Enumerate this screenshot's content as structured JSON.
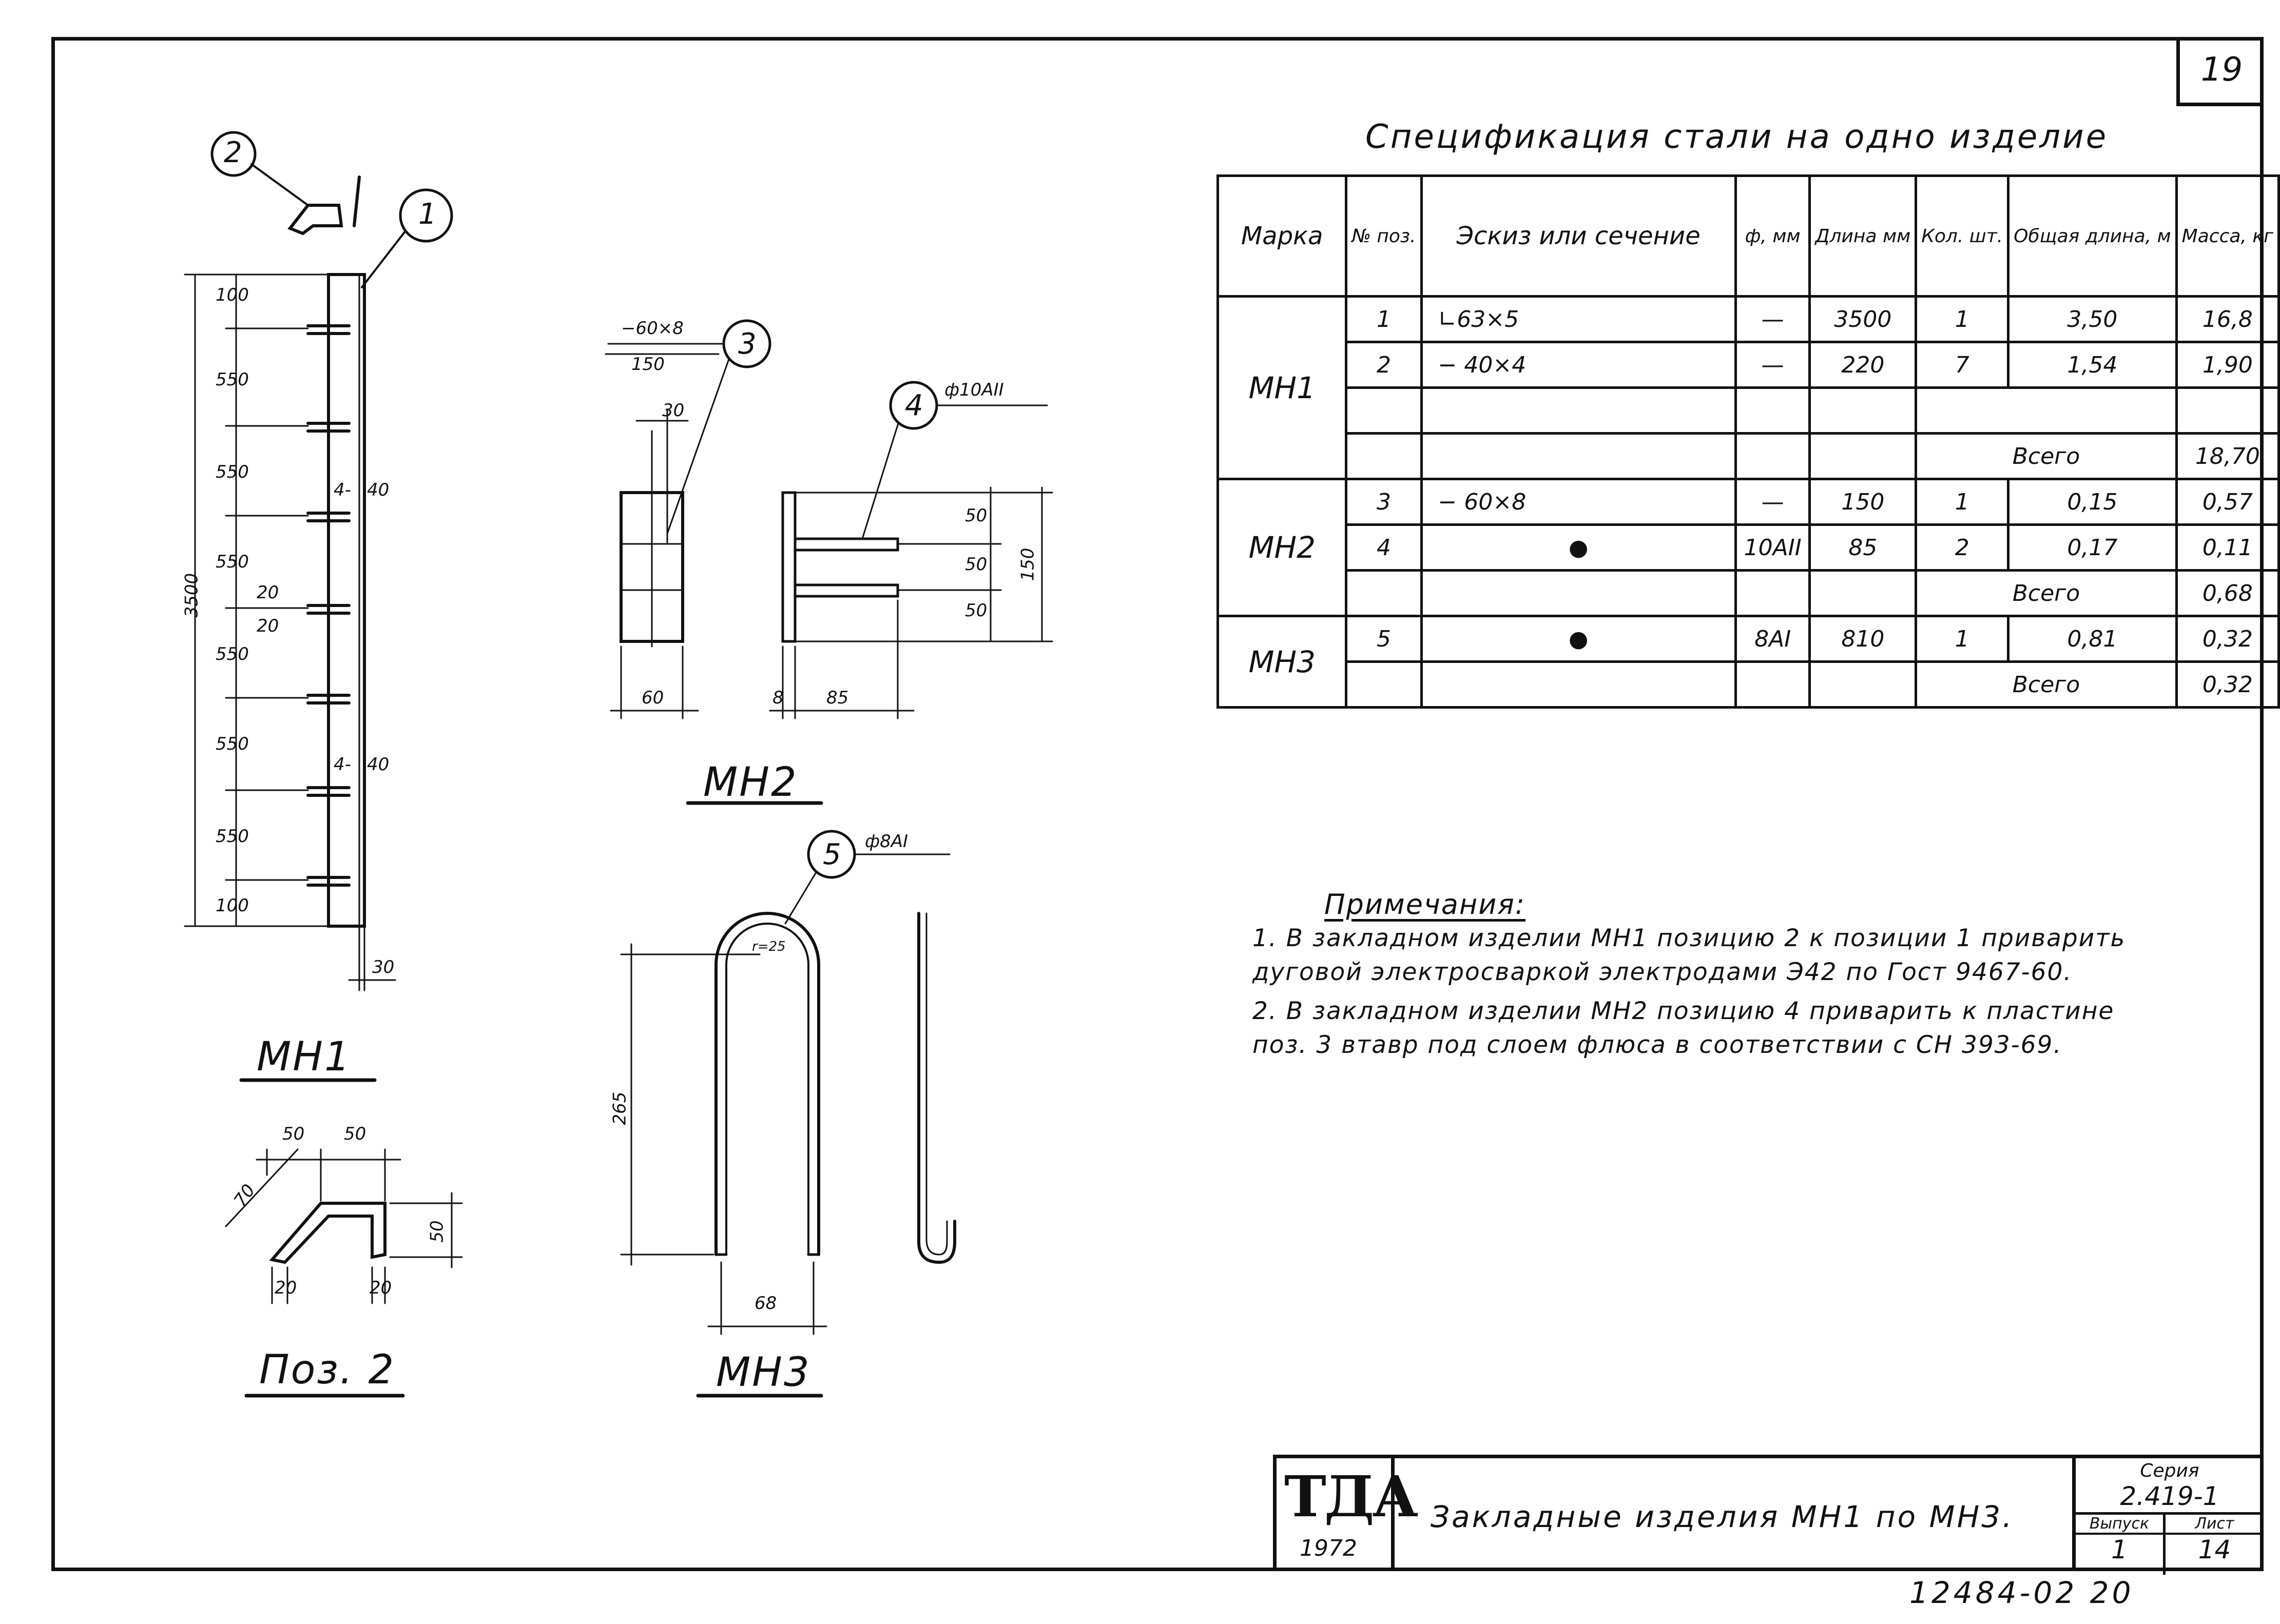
{
  "sheet_number": "19",
  "drawings": {
    "mn1": {
      "title": "МН1",
      "callout_1": "1",
      "callout_2": "2",
      "dims": [
        "100",
        "550",
        "550",
        "550",
        "550",
        "550",
        "550",
        "100"
      ],
      "total": "3500",
      "weld_a": "4-",
      "weld_a_len": "40",
      "weld_b": "4-",
      "weld_b_len": "40",
      "gap": "20",
      "gap2": "20",
      "bottom": "30"
    },
    "mn2": {
      "title": "МН2",
      "callout_3": "3",
      "callout_4": "4",
      "plate_label": "−60×8",
      "plate_len": "150",
      "rod_label": "ф10АII",
      "d30": "30",
      "d60": "60",
      "d8": "8",
      "d85": "85",
      "d50a": "50",
      "d50b": "50",
      "d50c": "50",
      "d150": "150"
    },
    "mn3": {
      "title": "МН3",
      "callout_5": "5",
      "rod_label": "ф8АI",
      "radius": "r=25",
      "h265": "265",
      "w68": "68"
    },
    "poz2": {
      "title": "Поз. 2",
      "d50a": "50",
      "d50b": "50",
      "d70": "70",
      "d50c": "50",
      "d20a": "20",
      "d20b": "20"
    }
  },
  "spec": {
    "title": "Спецификация стали на одно изделие",
    "headers": {
      "mark": "Марка",
      "pos": "№ поз.",
      "sketch": "Эскиз или сечение",
      "dia": "ф, мм",
      "length": "Длина мм",
      "qty": "Кол. шт.",
      "total_len": "Общая длина, м",
      "mass": "Масса, кг"
    },
    "groups": [
      {
        "mark": "МН1",
        "rows": [
          {
            "pos": "1",
            "sketch": "∟63×5",
            "dia": "—",
            "length": "3500",
            "qty": "1",
            "total": "3,50",
            "mass": "16,8"
          },
          {
            "pos": "2",
            "sketch": "− 40×4",
            "dia": "—",
            "length": "220",
            "qty": "7",
            "total": "1,54",
            "mass": "1,90"
          }
        ],
        "total_label": "Всего",
        "total_mass": "18,70"
      },
      {
        "mark": "МН2",
        "rows": [
          {
            "pos": "3",
            "sketch": "− 60×8",
            "dia": "—",
            "length": "150",
            "qty": "1",
            "total": "0,15",
            "mass": "0,57"
          },
          {
            "pos": "4",
            "sketch": "●",
            "dia": "10АII",
            "length": "85",
            "qty": "2",
            "total": "0,17",
            "mass": "0,11"
          }
        ],
        "total_label": "Всего",
        "total_mass": "0,68"
      },
      {
        "mark": "МН3",
        "rows": [
          {
            "pos": "5",
            "sketch": "●",
            "dia": "8АI",
            "length": "810",
            "qty": "1",
            "total": "0,81",
            "mass": "0,32"
          }
        ],
        "total_label": "Всего",
        "total_mass": "0,32"
      }
    ]
  },
  "notes": {
    "title": "Примечания:",
    "items": [
      "1. В закладном изделии МН1 позицию 2 к позиции 1 приварить дуговой электросваркой электродами Э42 по Гост 9467-60.",
      "2. В закладном изделии МН2 позицию 4 приварить к пластине поз. 3 втавр под слоем флюса в соответствии с СН 393-69."
    ]
  },
  "title_block": {
    "logo": "ТДА",
    "year": "1972",
    "title": "Закладные изделия МН1 по МН3.",
    "series_label": "Серия",
    "series": "2.419-1",
    "issue_label": "Выпуск",
    "issue": "1",
    "sheet_label": "Лист",
    "sheet": "14"
  },
  "below": "12484-02   20"
}
